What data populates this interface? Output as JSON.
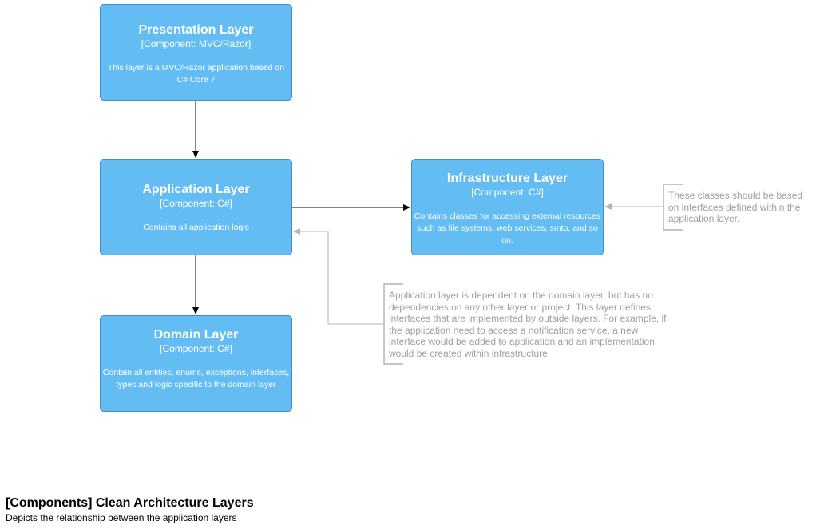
{
  "colors": {
    "box_fill": "#63bdf3",
    "box_border": "#3f8ecb",
    "box_text": "#ffffff",
    "arrow": "#000000",
    "note_text": "#a0a0a0",
    "note_bracket": "#b4b4b4"
  },
  "boxes": {
    "presentation": {
      "title": "Presentation Layer",
      "subtitle": "[Component: MVC/Razor]",
      "description": "This layer is a MVC/Razor application based on C# Core 7"
    },
    "application": {
      "title": "Application Layer",
      "subtitle": "[Component: C#]",
      "description": "Contains all application logic"
    },
    "domain": {
      "title": "Domain Layer",
      "subtitle": "[Component: C#]",
      "description": "Contain all entities, enums, exceptions, interfaces, types and logic specific to the domain layer"
    },
    "infrastructure": {
      "title": "Infrastructure Layer",
      "subtitle": "[Component: C#]",
      "description": "Contains classes for accessing external resources such as file systems, web services, smtp, and so on."
    }
  },
  "notes": {
    "infrastructure": "These classes should be based on interfaces defined within the application layer.",
    "application": "Application layer is dependent on the domain layer, but has no dependencies on any other layer or project.  This layer defines interfaces that are implemented by outside layers. For example, if the application need to access a notification service, a new interface would be added to application and an implementation would be created within infrastructure."
  },
  "footer": {
    "title": "[Components] Clean Architecture Layers",
    "subtitle": "Depicts the relationship between the application layers"
  }
}
